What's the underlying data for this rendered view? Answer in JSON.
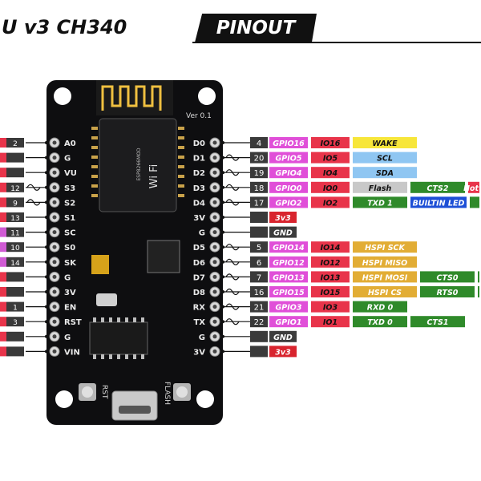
{
  "title": {
    "left": "U v3 CH340",
    "right": "PINOUT"
  },
  "board": {
    "module_text": "ESP8266MOD",
    "wifi": "Wi Fi",
    "version": "Ver 0.1",
    "rst": "RST",
    "flash": "FLASH"
  },
  "left_header": [
    "A0",
    "G",
    "VU",
    "S3",
    "S2",
    "S1",
    "SC",
    "S0",
    "SK",
    "G",
    "3V",
    "EN",
    "RST",
    "G",
    "VIN"
  ],
  "left_numbers": [
    "2",
    "",
    "",
    "12",
    "9",
    "13",
    "11",
    "10",
    "14",
    "",
    "",
    "1",
    "3",
    "",
    ""
  ],
  "left_colors": [
    "#e8344a",
    "#e8344a",
    "#e8344a",
    "#e8344a",
    "#e8344a",
    "#e8344a",
    "#d05bd4",
    "#d05bd4",
    "#d05bd4",
    "#e8344a",
    "#e8344a",
    "#e8344a",
    "#e8344a",
    "#e8344a",
    "#e8344a"
  ],
  "right_header": [
    "D0",
    "D1",
    "D2",
    "D3",
    "D4",
    "3V",
    "G",
    "D5",
    "D6",
    "D7",
    "D8",
    "RX",
    "TX",
    "G",
    "3V"
  ],
  "pins_right": [
    {
      "num": "4",
      "wave": false,
      "labels": [
        {
          "text": "GPIO16",
          "bg": "#e04fd8",
          "fg": "#ffffff"
        },
        {
          "text": "IO16",
          "bg": "#e8344a",
          "fg": "#111111"
        },
        {
          "text": "WAKE",
          "bg": "#f7e63a",
          "fg": "#111111"
        }
      ]
    },
    {
      "num": "20",
      "wave": true,
      "labels": [
        {
          "text": "GPIO5",
          "bg": "#e04fd8",
          "fg": "#ffffff"
        },
        {
          "text": "IO5",
          "bg": "#e8344a",
          "fg": "#111111"
        },
        {
          "text": "SCL",
          "bg": "#8fc6f2",
          "fg": "#111111"
        }
      ]
    },
    {
      "num": "19",
      "wave": true,
      "labels": [
        {
          "text": "GPIO4",
          "bg": "#e04fd8",
          "fg": "#ffffff"
        },
        {
          "text": "IO4",
          "bg": "#e8344a",
          "fg": "#111111"
        },
        {
          "text": "SDA",
          "bg": "#8fc6f2",
          "fg": "#111111"
        }
      ]
    },
    {
      "num": "18",
      "wave": true,
      "labels": [
        {
          "text": "GPIO0",
          "bg": "#e04fd8",
          "fg": "#ffffff"
        },
        {
          "text": "IO0",
          "bg": "#e8344a",
          "fg": "#111111"
        },
        {
          "text": "Flash",
          "bg": "#c8c8c8",
          "fg": "#111111"
        },
        {
          "text": "CTS2",
          "bg": "#2f8a2a",
          "fg": "#ffffff"
        },
        {
          "text": "Not I",
          "bg": "#e8344a",
          "fg": "#ffffff"
        }
      ]
    },
    {
      "num": "17",
      "wave": true,
      "labels": [
        {
          "text": "GPIO2",
          "bg": "#e04fd8",
          "fg": "#ffffff"
        },
        {
          "text": "IO2",
          "bg": "#e8344a",
          "fg": "#111111"
        },
        {
          "text": "TXD 1",
          "bg": "#2f8a2a",
          "fg": "#ffffff"
        },
        {
          "text": "BUILTIN LED",
          "bg": "#1d4fd6",
          "fg": "#ffffff"
        },
        {
          "text": "",
          "bg": "#2f8a2a",
          "fg": "#ffffff"
        }
      ]
    },
    {
      "num": "",
      "wave": false,
      "labels": [
        {
          "text": "3v3",
          "bg": "#d8242e",
          "fg": "#ffffff"
        }
      ]
    },
    {
      "num": "",
      "wave": false,
      "labels": [
        {
          "text": "GND",
          "bg": "#3c3c3c",
          "fg": "#ffffff"
        }
      ]
    },
    {
      "num": "5",
      "wave": true,
      "labels": [
        {
          "text": "GPIO14",
          "bg": "#e04fd8",
          "fg": "#ffffff"
        },
        {
          "text": "IO14",
          "bg": "#e8344a",
          "fg": "#111111"
        },
        {
          "text": "HSPI SCK",
          "bg": "#e2ad35",
          "fg": "#ffffff"
        }
      ]
    },
    {
      "num": "6",
      "wave": true,
      "labels": [
        {
          "text": "GPIO12",
          "bg": "#e04fd8",
          "fg": "#ffffff"
        },
        {
          "text": "IO12",
          "bg": "#e8344a",
          "fg": "#111111"
        },
        {
          "text": "HSPI MISO",
          "bg": "#e2ad35",
          "fg": "#ffffff"
        }
      ]
    },
    {
      "num": "7",
      "wave": true,
      "labels": [
        {
          "text": "GPIO13",
          "bg": "#e04fd8",
          "fg": "#ffffff"
        },
        {
          "text": "IO13",
          "bg": "#e8344a",
          "fg": "#111111"
        },
        {
          "text": "HSPI MOSI",
          "bg": "#e2ad35",
          "fg": "#ffffff"
        },
        {
          "text": "CTS0",
          "bg": "#2f8a2a",
          "fg": "#ffffff"
        },
        {
          "text": "",
          "bg": "#2f8a2a",
          "fg": "#ffffff"
        }
      ]
    },
    {
      "num": "16",
      "wave": true,
      "labels": [
        {
          "text": "GPIO15",
          "bg": "#e04fd8",
          "fg": "#ffffff"
        },
        {
          "text": "IO15",
          "bg": "#e8344a",
          "fg": "#111111"
        },
        {
          "text": "HSPI CS",
          "bg": "#e2ad35",
          "fg": "#ffffff"
        },
        {
          "text": "RTS0",
          "bg": "#2f8a2a",
          "fg": "#ffffff"
        },
        {
          "text": "",
          "bg": "#2f8a2a",
          "fg": "#ffffff"
        }
      ]
    },
    {
      "num": "21",
      "wave": true,
      "labels": [
        {
          "text": "GPIO3",
          "bg": "#e04fd8",
          "fg": "#ffffff"
        },
        {
          "text": "IO3",
          "bg": "#e8344a",
          "fg": "#111111"
        },
        {
          "text": "RXD 0",
          "bg": "#2f8a2a",
          "fg": "#ffffff"
        }
      ]
    },
    {
      "num": "22",
      "wave": true,
      "labels": [
        {
          "text": "GPIO1",
          "bg": "#e04fd8",
          "fg": "#ffffff"
        },
        {
          "text": "IO1",
          "bg": "#e8344a",
          "fg": "#111111"
        },
        {
          "text": "TXD 0",
          "bg": "#2f8a2a",
          "fg": "#ffffff"
        },
        {
          "text": "CTS1",
          "bg": "#2f8a2a",
          "fg": "#ffffff"
        }
      ]
    },
    {
      "num": "",
      "wave": false,
      "labels": [
        {
          "text": "GND",
          "bg": "#3c3c3c",
          "fg": "#ffffff"
        }
      ]
    },
    {
      "num": "",
      "wave": false,
      "labels": [
        {
          "text": "3v3",
          "bg": "#d8242e",
          "fg": "#ffffff"
        }
      ]
    }
  ]
}
